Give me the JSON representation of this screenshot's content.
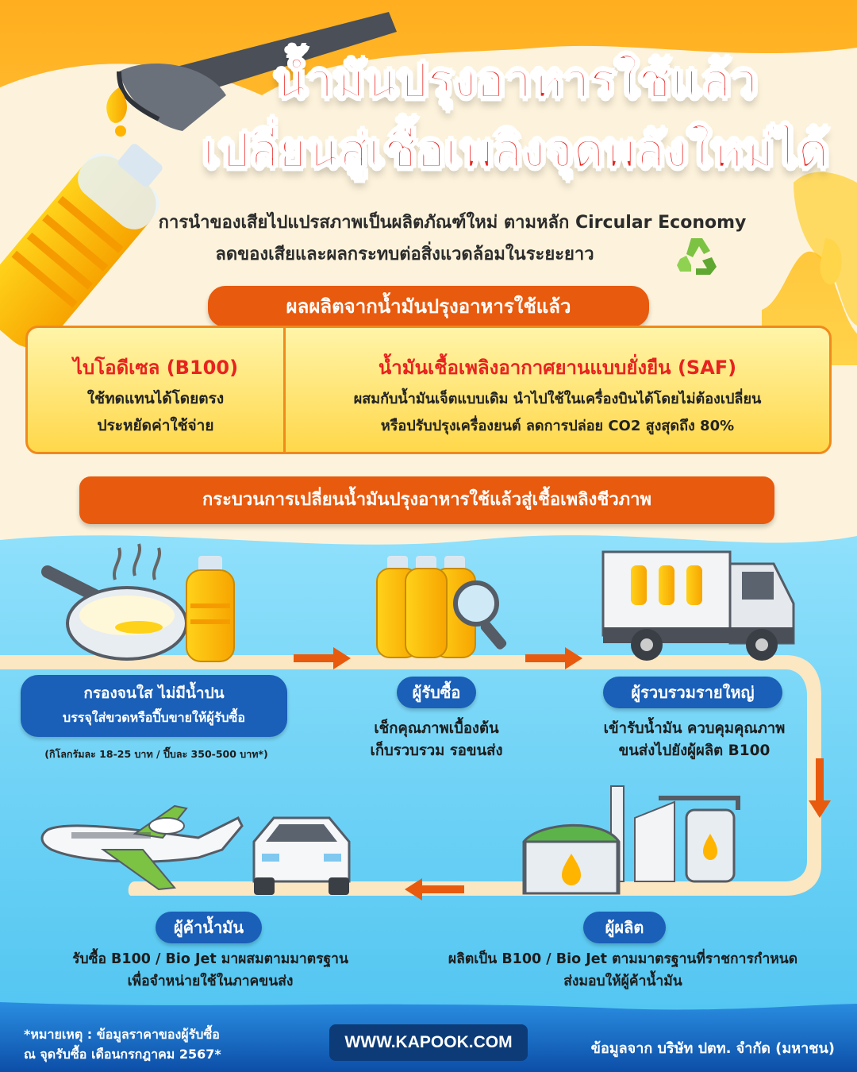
{
  "title": {
    "line1": "น้ำมันปรุงอาหารใช้แล้ว",
    "line2": "เปลี่ยนสู่เชื้อเพลิงจุดพลังใหม่ได้"
  },
  "subtitle": {
    "line1": "การนำของเสียไปแปรสภาพเป็นผลิตภัณฑ์ใหม่ ตามหลัก Circular Economy",
    "line2": "ลดของเสียและผลกระทบต่อสิ่งแวดล้อมในระยะยาว"
  },
  "products": {
    "header": "ผลผลิตจากน้ำมันปรุงอาหารใช้แล้ว",
    "biodiesel": {
      "title": "ไบโอดีเซล (B100)",
      "line1": "ใช้ทดแทนได้โดยตรง",
      "line2": "ประหยัดค่าใช้จ่าย"
    },
    "saf": {
      "title": "น้ำมันเชื้อเพลิงอากาศยานแบบยั่งยืน (SAF)",
      "line1": "ผสมกับน้ำมันเจ็ตแบบเดิม นำไปใช้ในเครื่องบินได้โดยไม่ต้องเปลี่ยน",
      "line2": "หรือปรับปรุงเครื่องยนต์ ลดการปล่อย CO2 สูงสุดถึง 80%"
    }
  },
  "process": {
    "header": "กระบวนการเปลี่ยนน้ำมันปรุงอาหารใช้แล้วสู่เชื้อเพลิงชีวภาพ",
    "step1": {
      "title": "กรองจนใส ไม่มีน้ำปน",
      "subtitle": "บรรจุใส่ขวดหรือปี๊บขายให้ผู้รับซื้อ",
      "price": "(กิโลกรัมละ 18-25 บาท / ปี๊บละ 350-500 บาท*)"
    },
    "step2": {
      "title": "ผู้รับซื้อ",
      "line1": "เช็กคุณภาพเบื้องต้น",
      "line2": "เก็บรวบรวม รอขนส่ง"
    },
    "step3": {
      "title": "ผู้รวบรวมรายใหญ่",
      "line1": "เข้ารับน้ำมัน ควบคุมคุณภาพ",
      "line2": "ขนส่งไปยังผู้ผลิต B100"
    },
    "step4": {
      "title": "ผู้ผลิต",
      "line1": "ผลิตเป็น B100 / Bio Jet ตามมาตรฐานที่ราชการกำหนด",
      "line2": "ส่งมอบให้ผู้ค้าน้ำมัน"
    },
    "step5": {
      "title": "ผู้ค้าน้ำมัน",
      "line1": "รับซื้อ B100 / Bio Jet มาผสมตามมาตรฐาน",
      "line2": "เพื่อจำหน่ายใช้ในภาคขนส่ง"
    }
  },
  "footer": {
    "note_line1": "*หมายเหตุ : ข้อมูลราคาของผู้รับซื้อ",
    "note_line2": "ณ จุดรับซื้อ เดือนกรกฎาคม 2567*",
    "url": "WWW.KAPOOK.COM",
    "source": "ข้อมูลจาก บริษัท ปตท. จำกัด (มหาชน)"
  },
  "colors": {
    "title_red": "#e8231f",
    "orange_pill": "#e85a0e",
    "blue_pill": "#1a5fb8",
    "sky_blue": "#5fd0f4",
    "yellow_box": "#ffd84a"
  },
  "icons": [
    "pan-icon",
    "oil-bottle-icon",
    "magnifier-icon",
    "truck-icon",
    "factory-icon",
    "airplane-icon",
    "car-icon",
    "recycle-icon",
    "arrow-right-icon",
    "arrow-left-icon",
    "arrow-down-icon"
  ]
}
